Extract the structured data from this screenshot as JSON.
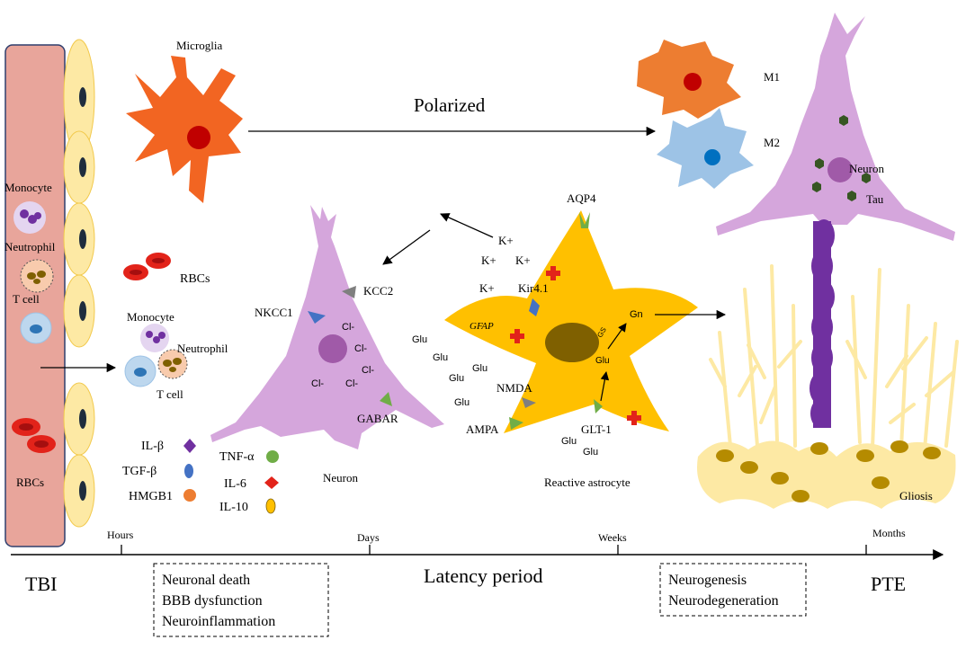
{
  "colors": {
    "vessel": "#e8a59b",
    "endothelial": "#fde9a4",
    "microglia": "#f26522",
    "m1": "#ed7d31",
    "m2": "#9dc3e6",
    "neuron": "#d5a6dc",
    "astrocyte": "#ffc000",
    "gliosis": "#fde9a4",
    "rbc": "#e2231a",
    "red_marker": "#e2231a",
    "green_marker": "#70ad47",
    "blue_marker": "#4472c4",
    "purple": "#7030a0",
    "grey_marker": "#7f7f7f",
    "tau": "#375623"
  },
  "vessel_labels": {
    "monocyte": "Monocyte",
    "neutrophil": "Neutrophil",
    "tcell": "T cell",
    "rbcs": "RBCs"
  },
  "infiltrate_labels": {
    "rbcs": "RBCs",
    "monocyte": "Monocyte",
    "neutrophil": "Neutrophil",
    "tcell": "T cell"
  },
  "microglia": {
    "label": "Microglia",
    "polarized": "Polarized",
    "m1": "M1",
    "m2": "M2"
  },
  "neuron_center": {
    "label": "Neuron",
    "nkcc1": "NKCC1",
    "kcc2": "KCC2",
    "gabar": "GABAR",
    "chloride": [
      "Cl-",
      "Cl-",
      "Cl-",
      "Cl-",
      "Cl-"
    ]
  },
  "potassium": [
    "K+",
    "K+",
    "K+",
    "K+"
  ],
  "astrocyte": {
    "label": "Reactive astrocyte",
    "aqp4": "AQP4",
    "kir": "Kir4.1",
    "gfap": "GFAP",
    "nmda": "NMDA",
    "ampa": "AMPA",
    "glt1": "GLT-1",
    "gs": "GS",
    "glu_inner": "Glu",
    "gn": "Gn"
  },
  "glutamate": [
    "Glu",
    "Glu",
    "Glu",
    "Glu",
    "Glu",
    "Glu",
    "Glu"
  ],
  "neuron_right": {
    "label": "Neuron",
    "tau": "Tau",
    "gliosis": "Gliosis"
  },
  "cytokines_left": [
    {
      "label": "IL-β",
      "color": "#7030a0"
    },
    {
      "label": "TGF-β",
      "color": "#4472c4"
    },
    {
      "label": "HMGB1",
      "color": "#ed7d31"
    }
  ],
  "cytokines_right": [
    {
      "label": "TNF-α",
      "color": "#70ad47"
    },
    {
      "label": "IL-6",
      "color": "#e2231a"
    },
    {
      "label": "IL-10",
      "color": "#ffc000"
    }
  ],
  "timeline": {
    "ticks": [
      "Hours",
      "Days",
      "Weeks",
      "Months"
    ],
    "start": "TBI",
    "middle": "Latency period",
    "end": "PTE",
    "box1": [
      "Neuronal death",
      "BBB dysfunction",
      "Neuroinflammation"
    ],
    "box2": [
      "Neurogenesis",
      "Neurodegeneration"
    ]
  }
}
